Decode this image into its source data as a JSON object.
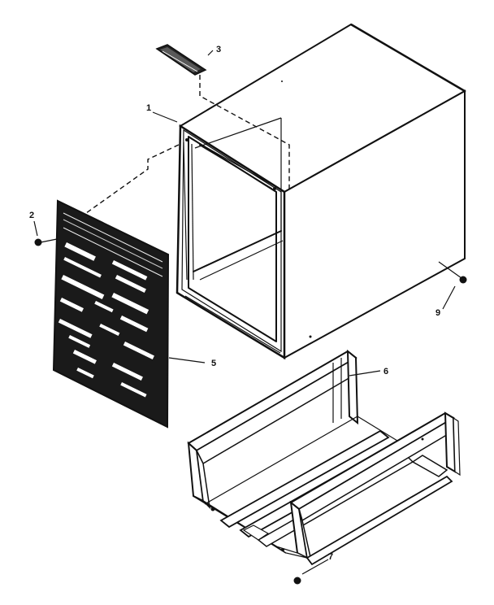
{
  "callouts": {
    "c1": "1",
    "c2": "2",
    "c3": "3",
    "c5": "5",
    "c6": "6",
    "c7": "7",
    "c9": "9"
  }
}
